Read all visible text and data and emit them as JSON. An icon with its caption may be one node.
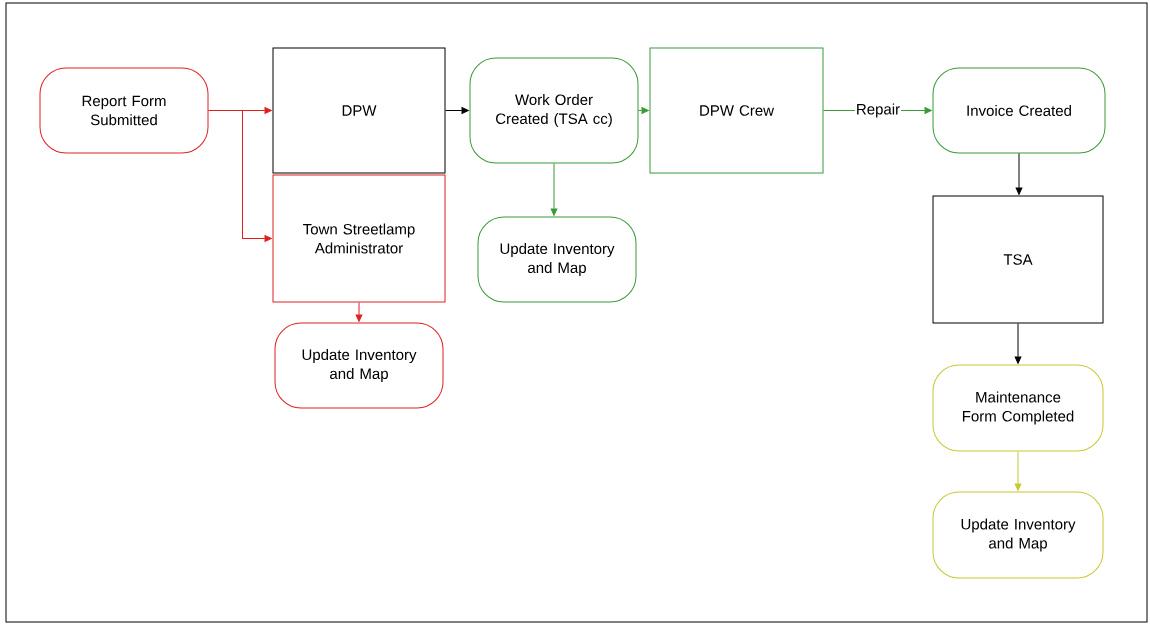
{
  "diagram": {
    "nodes": [
      {
        "text": [
          "Report Form Submitted"
        ]
      },
      {
        "text": [
          "DPW"
        ]
      },
      {
        "text": [
          "Town Streetlamp Administrator"
        ]
      },
      {
        "text": [
          "Update Inventory and Map"
        ]
      },
      {
        "text": [
          "Work Order Created (TSA cc)"
        ]
      },
      {
        "text": [
          "Update Inventory and Map"
        ]
      },
      {
        "text": [
          "DPW Crew"
        ]
      },
      {
        "text": [
          "Invoice Created"
        ]
      },
      {
        "text": [
          "TSA"
        ]
      },
      {
        "text": [
          "Maintenance Form Completed"
        ]
      },
      {
        "text": [
          "Update Inventory and Map"
        ]
      }
    ],
    "edges": [
      {
        "from": 0,
        "to": 1,
        "arrow": "to",
        "color": "#e02020"
      },
      {
        "from": 0,
        "to": 2,
        "arrow": "to",
        "color": "#e02020"
      },
      {
        "from": 2,
        "to": 3,
        "arrow": "to",
        "color": "#e02020"
      },
      {
        "from": 1,
        "to": 4,
        "arrow": "to",
        "color": "#000000"
      },
      {
        "from": 4,
        "to": 5,
        "arrow": "to",
        "color": "#3a9a3a"
      },
      {
        "from": 4,
        "to": 6,
        "arrow": "to",
        "color": "#3a9a3a"
      },
      {
        "from": 6,
        "to": 7,
        "arrow": "to",
        "label": "Repair",
        "color": "#3a9a3a"
      },
      {
        "from": 7,
        "to": 8,
        "arrow": "to",
        "color": "#000000"
      },
      {
        "from": 8,
        "to": 9,
        "arrow": "to",
        "color": "#000000"
      },
      {
        "from": 9,
        "to": 10,
        "arrow": "to",
        "color": "#c8c830"
      }
    ]
  }
}
